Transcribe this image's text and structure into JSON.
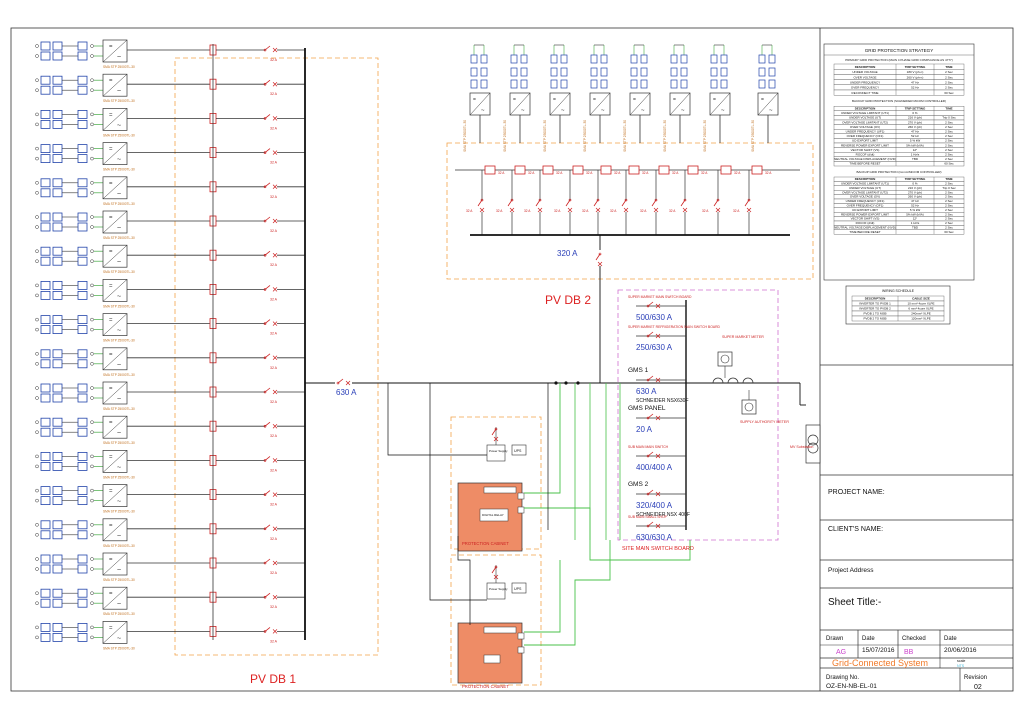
{
  "pvdb1": {
    "label": "PV DB 1",
    "inverter_labels": [
      "SMA STP 25000TL-30",
      "SMA STP 25000TL-30",
      "SMA STP 25000TL-30",
      "SMA STP 25000TL-30",
      "SMA STP 25000TL-30",
      "SMA STP 25000TL-30",
      "SMA STP 25000TL-30",
      "SMA STP 25000TL-30",
      "SMA STP 25000TL-30",
      "SMA STP 25000TL-30",
      "SMA STP 25000TL-30",
      "SMA STP 25000TL-30",
      "SMA STP 25000TL-30",
      "SMA STP 25000TL-30",
      "SMA STP 25000TL-30",
      "SMA STP 25000TL-30",
      "SMA STP 25000TL-30",
      "SMA STP 25000TL-30"
    ],
    "breaker_label": "32 A",
    "main_breaker": "630 A"
  },
  "pvdb2": {
    "label": "PV DB 2",
    "inverter_label": "SMA STP 25000TL-30",
    "breaker_label": "32 A",
    "main_breaker": "320 A"
  },
  "switchboard": {
    "label": "SITE MAIN SWITCH BOARD",
    "items": [
      {
        "top": "SUPER MARKET MAIN SWITCH BOARD",
        "value": "500/630 A",
        "sub": ""
      },
      {
        "top": "SUPER MARKET REFRIGERATION MAIN SWITCH BOARD",
        "value": "250/630 A",
        "sub": ""
      },
      {
        "top": "GMS 1",
        "value": "630 A",
        "sub": "SCHNEIDER NSX630F"
      },
      {
        "top": "GMS PANEL",
        "value": "20 A",
        "sub": ""
      },
      {
        "top": "SUB MAIN MAIN SWITCH",
        "value": "400/400 A",
        "sub": ""
      },
      {
        "top": "GMS 2",
        "value": "320/400 A",
        "sub": "SCHNEIDER NSX 400F"
      },
      {
        "top": "SUB MAIN SMALL SHOP",
        "value": "630/630 A",
        "sub": ""
      }
    ],
    "meter1": "SUPER MARKET METER",
    "meter2": "SUPPLY AUTHORITY METER",
    "transformer": "MV Substation"
  },
  "cabinets": [
    {
      "label": "PROTECTION CABINET",
      "power_supply": "Power Supply",
      "ups": "UPS",
      "relay": "DIGITAL RELAY"
    },
    {
      "label": "PROTECTION CABINET",
      "power_supply": "Power Supply",
      "ups": "UPS",
      "relay": ""
    }
  ],
  "strategy": {
    "title": "GRID PROTECTION STRATEGY",
    "primary": {
      "heading": "PRIMARY GRID PROTECTION (MAIN 4 PHASE GRID COMPLIANCE AS 4777)",
      "cols": [
        "DESCRIPTION",
        "TRIP SETTING",
        "TIME"
      ],
      "rows": [
        [
          "UNDER VOLTAGE",
          "180 V (ph-n)",
          "2 Sec"
        ],
        [
          "OVER VOLTAGE",
          "260 V (ph-n)",
          "2 Sec"
        ],
        [
          "UNDER FREQUENCY",
          "47 Hz",
          "2 Sec"
        ],
        [
          "OVER FREQUENCY",
          "52 Hz",
          "2 Sec"
        ],
        [
          "RECONNECT TIME",
          "",
          "60 Sec"
        ]
      ]
    },
    "backup1": {
      "heading": "BACKUP GRID PROTECTION (SCHNEIDER MiCOM CONTROLLER)",
      "cols": [
        "DESCRIPTION",
        "TRIP SETTING",
        "TIME"
      ],
      "rows": [
        [
          "UNDER VOLTAGE LIMITANT (UT1)",
          "0 %",
          ""
        ],
        [
          "UNDER VOLTAGE (UT)",
          "216 V (ph)",
          "Trip 0 Sec"
        ],
        [
          "OVER VOLTAGE LIMITANT (UT2)",
          "270 V (ph)",
          "2 Sec"
        ],
        [
          "OVER VOLTAGE (OV)",
          "260 V (ph)",
          "2 Sec"
        ],
        [
          "UNDER FREQUENCY (UF1)",
          "47 Hz",
          "2 Sec"
        ],
        [
          "OVER FREQUENCY (OF1)",
          "52 Hz",
          "2 Sec"
        ],
        [
          "UD EXPORT LIMIT",
          "5 % kW",
          "2 Sec"
        ],
        [
          "REVERSE POWER EXPORT LIMIT",
          "5% kW (kVA)",
          "2 Sec"
        ],
        [
          "VECTOR SHIFT (VS)",
          "12°",
          "2 Sec"
        ],
        [
          "ROCOF (d/dt)",
          "1 Hz/s",
          "2 Sec"
        ],
        [
          "NEUTRAL VOLTAGE DISPLACEMENT (NVD)",
          "TBD",
          "2 Sec"
        ],
        [
          "TIME BEFORE RESET",
          "",
          "60 Sec"
        ]
      ]
    },
    "backup2": {
      "heading": "BACKUP GRID PROTECTION (Comm/MiCOM CONTROLLER)",
      "cols": [
        "DESCRIPTION",
        "TRIP SETTING",
        "TIME"
      ],
      "rows": [
        [
          "UNDER VOLTAGE LIMITANT (UT1)",
          "0 %",
          "2 Sec"
        ],
        [
          "UNDER VOLTAGE (UT)",
          "216 V (ph)",
          "Trip 0 Sec"
        ],
        [
          "OVER VOLTAGE LIMITANT (UT2)",
          "270 V (ph)",
          "2 Sec"
        ],
        [
          "OVER VOLTAGE (OV)",
          "260 V (ph)",
          "2 Sec"
        ],
        [
          "UNDER FREQUENCY (UF1)",
          "47 Hz",
          "2 Sec"
        ],
        [
          "OVER FREQUENCY (OF1)",
          "52 Hz",
          "2 Sec"
        ],
        [
          "UD EXPORT LIMIT",
          "5 % kW",
          "2 Sec"
        ],
        [
          "REVERSE POWER EXPORT LIMIT",
          "5% kW (kVA)",
          "2 Sec"
        ],
        [
          "VECTOR SHIFT (VS)",
          "12°",
          "2 Sec"
        ],
        [
          "ROCOF (d/dt)",
          "1 Hz/s",
          "2 Sec"
        ],
        [
          "NEUTRAL VOLTAGE DISPLACEMENT (NVD)",
          "TBD",
          "2 Sec"
        ],
        [
          "TIME BEFORE RESET",
          "",
          "60 Sec"
        ]
      ]
    }
  },
  "wiring": {
    "title": "WIRING SCHEDULE",
    "cols": [
      "DESCRIPTION",
      "CABLE SIZE"
    ],
    "rows": [
      [
        "INVERTER TO PVDB 1",
        "10 mm² 4core XLPE"
      ],
      [
        "INVERTER TO PVDB 2",
        "6 mm² 4core XLPE"
      ],
      [
        "PVDB 1 TO MSB",
        "240mm² XLPE"
      ],
      [
        "PVDB 2 TO MSB",
        "120mm² XLPE"
      ]
    ]
  },
  "title_block": {
    "project_name_label": "PROJECT NAME:",
    "client_name_label": "CLIENT'S NAME:",
    "project_address_label": "Project Address",
    "sheet_title_label": "Sheet Title:-",
    "drawn_label": "Drawn",
    "drawn_value": "AG",
    "date_label": "Date",
    "date_value": "15/07/2016",
    "checked_label": "Checked",
    "checked_value": "BB",
    "date2_label": "Date",
    "date2_value": "20/06/2016",
    "system_title": "Grid-Connected System",
    "scale_label": "scale",
    "scale_value": "NTS",
    "drawing_no_label": "Drawing No.",
    "drawing_no_value": "OZ-EN-NB-EL-01",
    "revision_label": "Revision",
    "revision_value": "02"
  },
  "colors": {
    "line": "#111111",
    "breaker": "#cc2222",
    "dashed_orange": "#f2a24a",
    "dashed_magenta": "#d070d0",
    "green_cable": "#49c24a",
    "blue_text": "#2a3fb8",
    "cabinet_fill": "#ee8c66",
    "orange_title": "#f07a2a",
    "magenta_text": "#cc44cc",
    "cyan_text": "#44bbdd"
  }
}
